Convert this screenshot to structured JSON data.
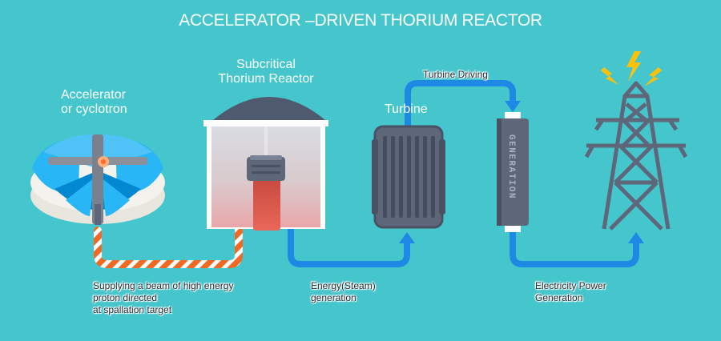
{
  "diagram": {
    "title": "ACCELERATOR –DRIVEN THORIUM REACTOR",
    "accelerator_label": [
      "Accelerator",
      "or cyclotron"
    ],
    "reactor_label": [
      "Subcritical",
      "Thorium Reactor"
    ],
    "turbine_label": "Turbine",
    "turbine_driving_label": "Turbine Driving",
    "generator_text": "GENERATION",
    "caption_beam": [
      "Supplying a beam of high energy",
      "proton directed",
      "at spallation target"
    ],
    "caption_steam": [
      "Energy(Steam)",
      "generation"
    ],
    "caption_power": [
      "Electricity Power",
      "Generation"
    ]
  },
  "colors": {
    "background": "#45C6CC",
    "pipe_blue": "#1E88E5",
    "beam_orange": "#F06A26",
    "machine_dark": "#5E6679",
    "accelerator_blue": "#29B6F6",
    "reactor_red": "#E25B4F",
    "spark_yellow": "#FFC107"
  },
  "icons": [
    "accelerator-icon",
    "reactor-icon",
    "turbine-icon",
    "generator-icon",
    "pylon-icon",
    "lightning-icon"
  ]
}
